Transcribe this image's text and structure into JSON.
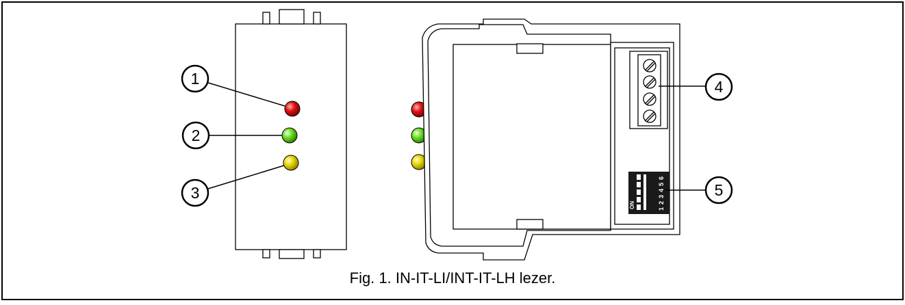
{
  "figure": {
    "caption": "Fig. 1. IN-IT-LI/INT-IT-LH lezer.",
    "callouts": [
      {
        "number": "1",
        "target": "red-led"
      },
      {
        "number": "2",
        "target": "green-led"
      },
      {
        "number": "3",
        "target": "yellow-led"
      },
      {
        "number": "4",
        "target": "terminal-block"
      },
      {
        "number": "5",
        "target": "dip-switch"
      }
    ],
    "led_colors": {
      "red": "#e01010",
      "green": "#66dd22",
      "yellow": "#e6d800"
    },
    "dip_switch": {
      "on_label": "ON",
      "position_labels": [
        "1",
        "2",
        "3",
        "4",
        "5",
        "6"
      ]
    }
  }
}
